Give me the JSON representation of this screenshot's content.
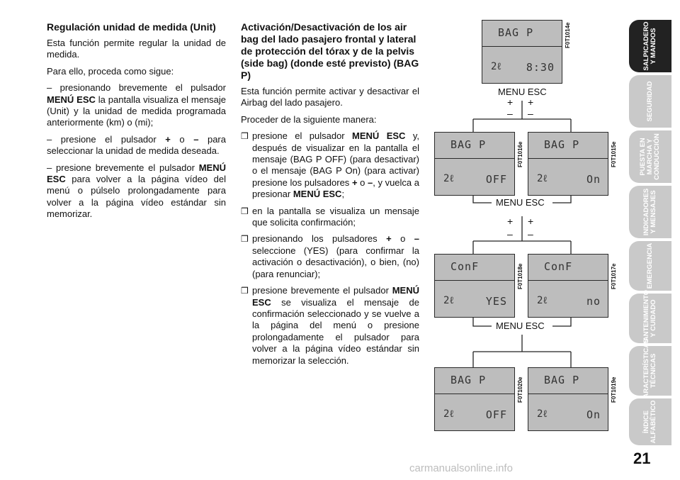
{
  "left": {
    "heading": "Regulación unidad de medida (Unit)",
    "p1": "Esta función permite regular la unidad de medida.",
    "p2": "Para ello, proceda como sigue:",
    "p3_a": "– presionando brevemente el pulsador ",
    "p3_b": "MENÚ ESC",
    "p3_c": " la pantalla visualiza el mensaje (Unit) y la unidad de medida programada anteriormente (km) o (mi);",
    "p4_a": "– presione el pulsador ",
    "p4_b": "+",
    "p4_c": " o ",
    "p4_d": "–",
    "p4_e": " para seleccionar la unidad de medida deseada.",
    "p5_a": "– presione brevemente el pulsador ",
    "p5_b": "MENÚ ESC",
    "p5_c": " para volver a la página vídeo del menú o púlselo prolongadamente para volver a la página vídeo estándar sin memorizar."
  },
  "middle": {
    "heading": "Activación/Desactivación de los air bag del lado pasajero frontal y lateral de protección del tórax y de la pelvis (side bag) (donde esté previsto) (BAG P)",
    "p1": "Esta función permite activar y desactivar el Airbag del lado pasajero.",
    "p2": "Proceder de la siguiente manera:",
    "bullet": "❒",
    "b1_a": "presione el pulsador ",
    "b1_b": "MENÚ ESC",
    "b1_c": " y, después de visualizar en la pantalla el mensaje (BAG P OFF) (para desactivar) o el mensaje (BAG P On) (para activar) presione los pulsadores ",
    "b1_d": "+",
    "b1_e": " o ",
    "b1_f": "–",
    "b1_g": ", y vuelca a presionar ",
    "b1_h": "MENÚ ESC",
    "b1_i": ";",
    "b2": "en la pantalla se visualiza un mensaje que solicita confirmación;",
    "b3_a": "presionando los pulsadores ",
    "b3_b": "+",
    "b3_c": " o ",
    "b3_d": "–",
    "b3_e": " seleccione (YES) (para confirmar la activación o desactivación), o bien, (no) (para renunciar);",
    "b4_a": "presione brevemente el pulsador ",
    "b4_b": "MENÚ ESC",
    "b4_c": " se visualiza el mensaje de confirmación seleccionado y se vuelve a la página del menú o presione prolongadamente el pulsador para volver a la página vídeo estándar sin memorizar la selección."
  },
  "diagram": {
    "lcd_top": {
      "line1": "BAG P",
      "line2_left": "2ℓ",
      "line2_right": "8:30",
      "code": "F0T1014e"
    },
    "lcd_off1": {
      "line1": "BAG P",
      "line2_left": "2ℓ",
      "line2_right": "OFF",
      "code": "F0T1016e"
    },
    "lcd_on1": {
      "line1": "BAG P",
      "line2_left": "2ℓ",
      "line2_right": "On",
      "code": "F0T1015e"
    },
    "lcd_yes": {
      "line1": "ConF",
      "line2_left": "2ℓ",
      "line2_right": "YES",
      "code": "F0T1018e"
    },
    "lcd_no": {
      "line1": "ConF",
      "line2_left": "2ℓ",
      "line2_right": "no",
      "code": "F0T1017e"
    },
    "lcd_off2": {
      "line1": "BAG P",
      "line2_left": "2ℓ",
      "line2_right": "OFF",
      "code": "F0T1020e"
    },
    "lcd_on2": {
      "line1": "BAG P",
      "line2_left": "2ℓ",
      "line2_right": "On",
      "code": "F0T1019e"
    },
    "menu_esc": "MENU ESC",
    "plus": "+",
    "minus": "–"
  },
  "tabs": [
    "SALPICADERO\nY MANDOS",
    "SEGURIDAD",
    "PUESTA EN\nMARCHA Y\nCONDUCCIÓN",
    "INDICADORES\nY MENSAJES",
    "EMERGENCIA",
    "MANTENIMIENTO\nY CUIDADO",
    "CARACTERÍSTICAS\nTÉCNICAS",
    "ÍNDICE\nALFABÉTICO"
  ],
  "page_number": "21",
  "watermark": "carmanualsonline.info"
}
